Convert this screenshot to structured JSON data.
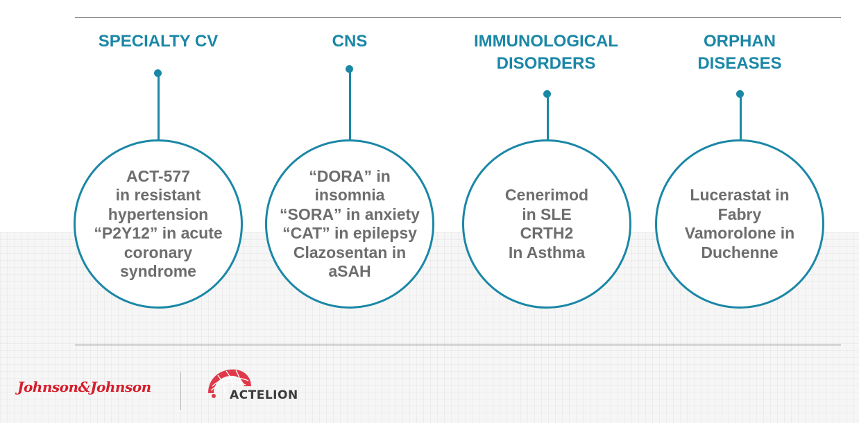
{
  "colors": {
    "accent": "#1a87a6",
    "text_gray": "#6d6d6d",
    "jj_red": "#d51e2b",
    "actelion_red": "#e0394a"
  },
  "areas": [
    {
      "heading": "SPECIALTY CV",
      "body": "ACT-577\nin resistant\nhypertension\n“P2Y12” in acute\ncoronary\nsyndrome"
    },
    {
      "heading": "CNS",
      "body": "“DORA” in\ninsomnia\n“SORA” in anxiety\n“CAT” in epilepsy\nClazosentan in\naSAH"
    },
    {
      "heading": "IMMUNOLOGICAL\nDISORDERS",
      "body": "Cenerimod\nin SLE\nCRTH2\nIn Asthma"
    },
    {
      "heading": "ORPHAN\nDISEASES",
      "body": "Lucerastat in\nFabry\nVamorolone in\nDuchenne"
    }
  ],
  "footer": {
    "jj_logo": "Johnson&Johnson",
    "actelion_logo": "ACTELION",
    "actelion_mark_icon": "actelion-globe-icon"
  }
}
